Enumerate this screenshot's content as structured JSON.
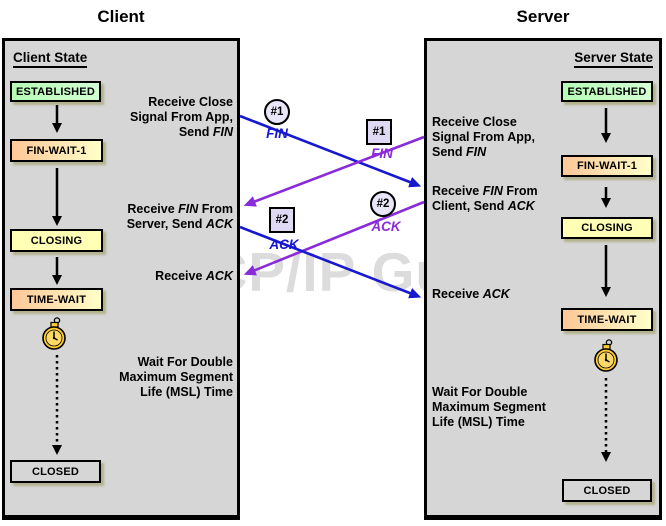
{
  "watermark": "The TCP/IP Guide",
  "colors": {
    "panel_bg": "#D6D6D6",
    "client_blue": "#1818CF",
    "server_purple": "#8A2BD9",
    "state_green": "#C3FFC3",
    "state_peach": "#FFCC99",
    "state_yellow": "#FFFFB6",
    "badge_circle_bg": "#E9E6F8",
    "badge_square_bg": "#DFD9F3",
    "box_shadow": "rgba(150,148,82,0.55)"
  },
  "client": {
    "title": "Client",
    "heading": "Client State",
    "states": [
      {
        "label": "ESTABLISHED"
      },
      {
        "label": "FIN-WAIT-1"
      },
      {
        "label": "CLOSING"
      },
      {
        "label": "TIME-WAIT"
      },
      {
        "label": "CLOSED"
      }
    ],
    "annotations": [
      {
        "lines": [
          [
            {
              "t": "Receive Close"
            }
          ],
          [
            {
              "t": "Signal From App,"
            }
          ],
          [
            {
              "t": "Send "
            },
            {
              "t": "FIN",
              "i": true
            }
          ]
        ]
      },
      {
        "lines": [
          [
            {
              "t": "Receive "
            },
            {
              "t": "FIN",
              "i": true
            },
            {
              "t": " From"
            }
          ],
          [
            {
              "t": "Server, Send "
            },
            {
              "t": "ACK",
              "i": true
            }
          ]
        ]
      },
      {
        "lines": [
          [
            {
              "t": "Receive "
            },
            {
              "t": "ACK",
              "i": true
            }
          ]
        ]
      },
      {
        "lines": [
          [
            {
              "t": "Wait For Double"
            }
          ],
          [
            {
              "t": "Maximum Segment"
            }
          ],
          [
            {
              "t": "Life (MSL) Time"
            }
          ]
        ]
      }
    ]
  },
  "server": {
    "title": "Server",
    "heading": "Server State",
    "states": [
      {
        "label": "ESTABLISHED"
      },
      {
        "label": "FIN-WAIT-1"
      },
      {
        "label": "CLOSING"
      },
      {
        "label": "TIME-WAIT"
      },
      {
        "label": "CLOSED"
      }
    ],
    "annotations": [
      {
        "lines": [
          [
            {
              "t": "Receive Close"
            }
          ],
          [
            {
              "t": "Signal From App,"
            }
          ],
          [
            {
              "t": "Send "
            },
            {
              "t": "FIN",
              "i": true
            }
          ]
        ]
      },
      {
        "lines": [
          [
            {
              "t": "Receive "
            },
            {
              "t": "FIN",
              "i": true
            },
            {
              "t": " From"
            }
          ],
          [
            {
              "t": "Client, Send "
            },
            {
              "t": "ACK",
              "i": true
            }
          ]
        ]
      },
      {
        "lines": [
          [
            {
              "t": "Receive "
            },
            {
              "t": "ACK",
              "i": true
            }
          ]
        ]
      },
      {
        "lines": [
          [
            {
              "t": "Wait For Double"
            }
          ],
          [
            {
              "t": "Maximum Segment"
            }
          ],
          [
            {
              "t": "Life (MSL) Time"
            }
          ]
        ]
      }
    ]
  },
  "messages": {
    "client_fin": {
      "badge": "#1",
      "shape": "circle",
      "label": "FIN"
    },
    "server_fin": {
      "badge": "#1",
      "shape": "square",
      "label": "FIN"
    },
    "client_ack": {
      "badge": "#2",
      "shape": "square",
      "label": "ACK"
    },
    "server_ack": {
      "badge": "#2",
      "shape": "circle",
      "label": "ACK"
    }
  }
}
